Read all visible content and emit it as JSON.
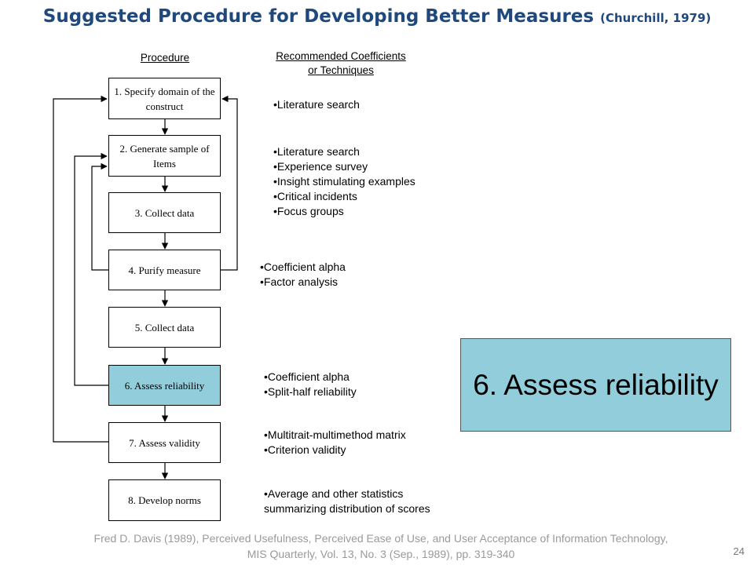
{
  "slide": {
    "title": "Suggested Procedure for Developing Better Measures",
    "citation": "(Churchill, 1979)",
    "page_number": "24"
  },
  "headers": {
    "procedure": "Procedure",
    "techniques_line1": "Recommended Coefficients",
    "techniques_line2": "or Techniques"
  },
  "steps": [
    {
      "label": "1. Specify domain of the construct"
    },
    {
      "label": "2. Generate sample of Items"
    },
    {
      "label": "3. Collect data"
    },
    {
      "label": "4. Purify measure"
    },
    {
      "label": "5. Collect data"
    },
    {
      "label": "6. Assess reliability"
    },
    {
      "label": "7. Assess validity"
    },
    {
      "label": "8. Develop norms"
    }
  ],
  "techniques": {
    "specify": [
      "Literature search"
    ],
    "generate": [
      "Literature search",
      "Experience survey",
      "Insight stimulating examples",
      "Critical incidents",
      "Focus groups"
    ],
    "purify": [
      "Coefficient alpha",
      "Factor analysis"
    ],
    "reliability": [
      "Coefficient alpha",
      "Split-half reliability"
    ],
    "validity": [
      "Multitrait-multimethod matrix",
      "Criterion validity"
    ],
    "norms": [
      "Average and other statistics summarizing distribution of scores"
    ]
  },
  "callout": {
    "text": "6. Assess reliability"
  },
  "footer": {
    "line1": "Fred D. Davis (1989), Perceived Usefulness, Perceived Ease of Use, and User Acceptance of Information Technology,",
    "line2": "MIS Quarterly, Vol. 13, No. 3 (Sep., 1989), pp. 319-340"
  },
  "colors": {
    "title": "#1f497d",
    "highlight": "#92cddc",
    "footer": "#9a9a9a"
  }
}
